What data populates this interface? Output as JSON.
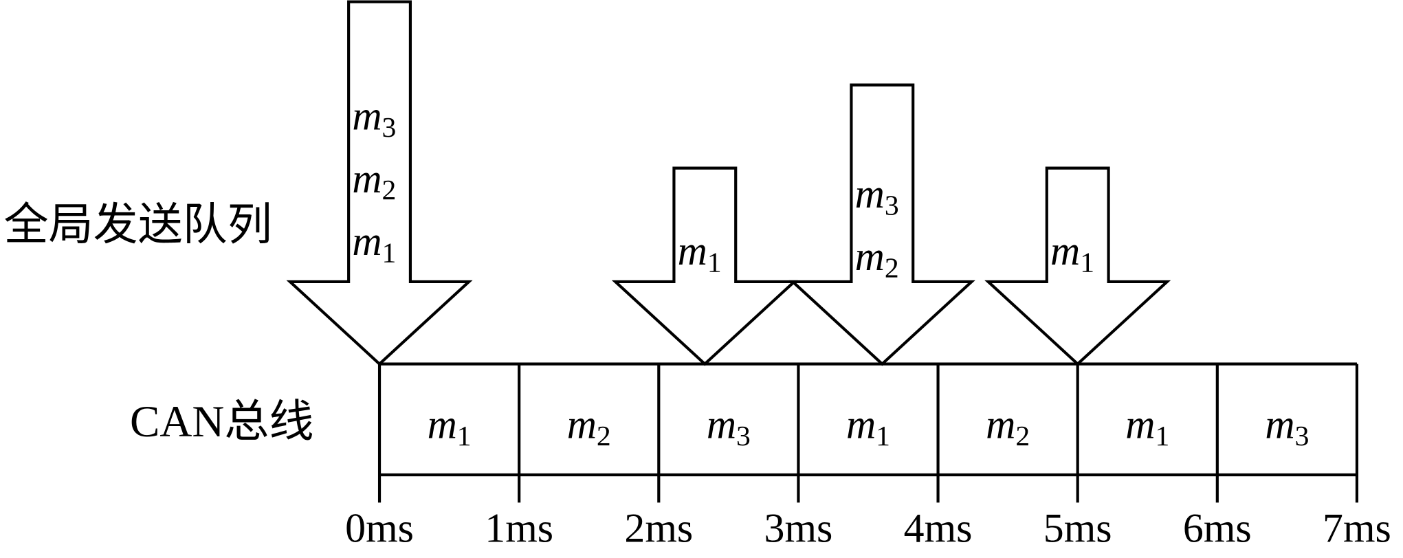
{
  "labels": {
    "queue": "全局发送队列",
    "bus": "CAN总线"
  },
  "time_unit": "ms",
  "ticks": [
    "0ms",
    "1ms",
    "2ms",
    "3ms",
    "4ms",
    "5ms",
    "6ms",
    "7ms"
  ],
  "bus_slots": [
    {
      "base": "m",
      "sub": "1"
    },
    {
      "base": "m",
      "sub": "2"
    },
    {
      "base": "m",
      "sub": "3"
    },
    {
      "base": "m",
      "sub": "1"
    },
    {
      "base": "m",
      "sub": "2"
    },
    {
      "base": "m",
      "sub": "1"
    },
    {
      "base": "m",
      "sub": "3"
    }
  ],
  "queue_arrivals": [
    {
      "arrival_ms": 0,
      "messages": [
        {
          "base": "m",
          "sub": "3"
        },
        {
          "base": "m",
          "sub": "2"
        },
        {
          "base": "m",
          "sub": "1"
        }
      ]
    },
    {
      "arrival_ms": 2.33,
      "messages": [
        {
          "base": "m",
          "sub": "1"
        }
      ]
    },
    {
      "arrival_ms": 3.6,
      "messages": [
        {
          "base": "m",
          "sub": "3"
        },
        {
          "base": "m",
          "sub": "2"
        }
      ]
    },
    {
      "arrival_ms": 5,
      "messages": [
        {
          "base": "m",
          "sub": "1"
        }
      ]
    }
  ]
}
